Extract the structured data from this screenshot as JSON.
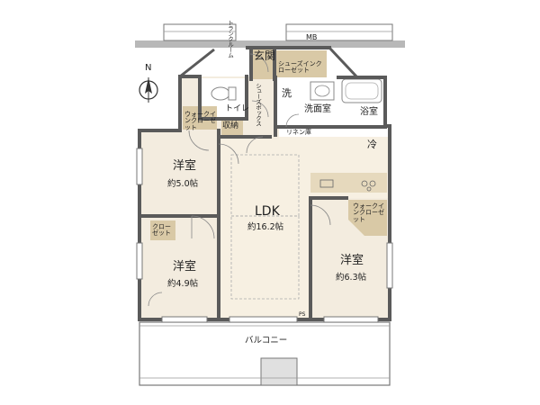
{
  "colors": {
    "wall": "#5a5a5a",
    "floor_main": "#f3ecdf",
    "floor_ldk": "#f7f0e2",
    "floor_wet": "#ffffff",
    "storage": "#d9c9a6",
    "balcony_line": "#777777"
  },
  "compass": {
    "north_label": "N"
  },
  "rooms": {
    "entrance": "玄関",
    "trunk_room": "トランクルーム",
    "mb": "MB",
    "shoe_box": "シューズボックス",
    "shoe_closet": "シューズインクローゼット",
    "washing": "洗",
    "washroom": "洗面室",
    "bathroom": "浴室",
    "toilet": "トイレ",
    "storage": "収納",
    "linen": "リネン庫",
    "fridge": "冷",
    "walkin_nw": "ウォークインクローゼット",
    "walkin_se": "ウォークインクローゼット",
    "closet": "クローゼット",
    "ps": "PS",
    "balcony": "バルコニー",
    "room1": {
      "name": "洋室",
      "size": "約5.0帖"
    },
    "room2": {
      "name": "洋室",
      "size": "約4.9帖"
    },
    "room3": {
      "name": "洋室",
      "size": "約6.3帖"
    },
    "ldk": {
      "name": "LDK",
      "size": "約16.2帖"
    }
  }
}
